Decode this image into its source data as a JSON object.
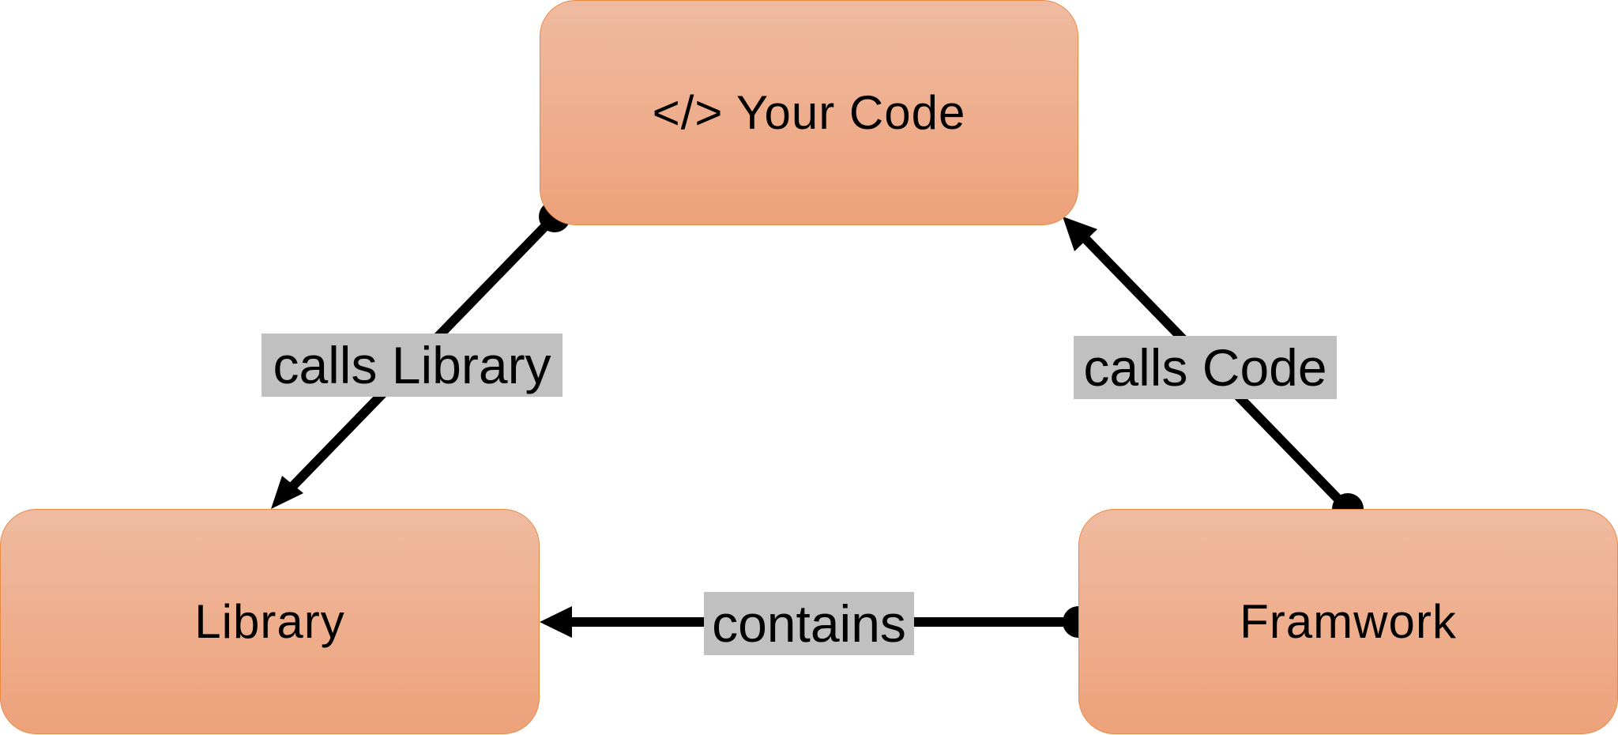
{
  "diagram": {
    "nodes": {
      "code": {
        "label": "</> Your Code"
      },
      "library": {
        "label": "Library"
      },
      "framework": {
        "label": "Framwork"
      }
    },
    "edges": {
      "code_to_library": {
        "from": "code",
        "to": "library",
        "label": "calls Library"
      },
      "framework_to_code": {
        "from": "framework",
        "to": "code",
        "label": "calls Code"
      },
      "framework_to_library": {
        "from": "framework",
        "to": "library",
        "label": "contains"
      }
    },
    "colors": {
      "node_fill_top": "#efbba0",
      "node_fill_bottom": "#eda27b",
      "node_border": "#e98a43",
      "edge": "#000000",
      "label_background": "#c0c0c0"
    }
  }
}
